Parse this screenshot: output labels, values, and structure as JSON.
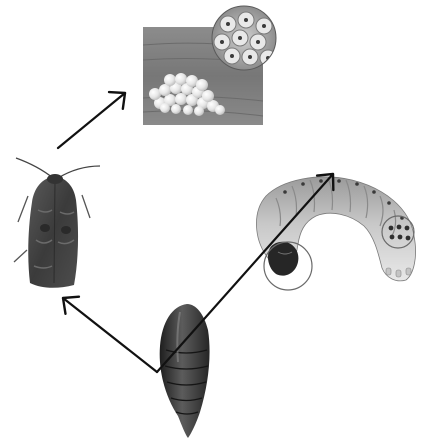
{
  "diagram": {
    "type": "life-cycle",
    "stages": [
      {
        "id": "eggs",
        "icon": "egg-cluster-photo"
      },
      {
        "id": "larva",
        "icon": "caterpillar-photo"
      },
      {
        "id": "pupa",
        "icon": "pupa-photo"
      },
      {
        "id": "adult",
        "icon": "moth-photo"
      }
    ],
    "arrows": [
      {
        "from": "adult",
        "to": "eggs"
      },
      {
        "from": "pupa",
        "to": "larva"
      },
      {
        "from": "pupa",
        "to": "adult"
      }
    ],
    "colors": {
      "arrow": "#111111",
      "background": "#ffffff"
    }
  }
}
